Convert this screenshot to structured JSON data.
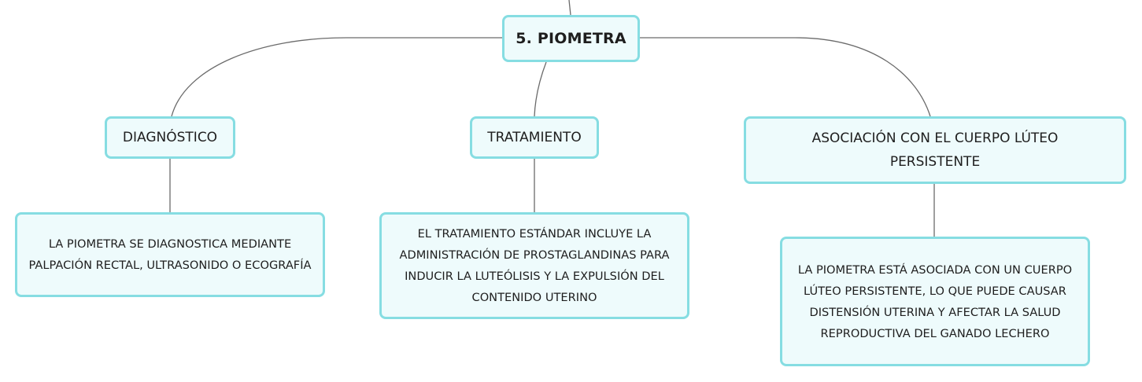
{
  "colors": {
    "node_fill": "#eefbfc",
    "node_border": "#86dde2",
    "connector": "#6b6b6b",
    "text": "#1e1e1e"
  },
  "root": {
    "label": "5. PIOMETRA"
  },
  "branches": [
    {
      "label": "DIAGNÓSTICO",
      "detail": "LA PIOMETRA SE DIAGNOSTICA MEDIANTE PALPACIÓN RECTAL, ULTRASONIDO O ECOGRAFÍA"
    },
    {
      "label": "TRATAMIENTO",
      "detail": "EL TRATAMIENTO ESTÁNDAR INCLUYE LA ADMINISTRACIÓN DE PROSTAGLANDINAS PARA INDUCIR LA LUTEÓLISIS Y LA EXPULSIÓN DEL CONTENIDO UTERINO"
    },
    {
      "label": "ASOCIACIÓN CON EL CUERPO LÚTEO PERSISTENTE",
      "detail": "LA PIOMETRA ESTÁ ASOCIADA CON UN CUERPO LÚTEO PERSISTENTE, LO QUE PUEDE CAUSAR DISTENSIÓN UTERINA Y AFECTAR LA SALUD REPRODUCTIVA DEL GANADO LECHERO"
    }
  ]
}
